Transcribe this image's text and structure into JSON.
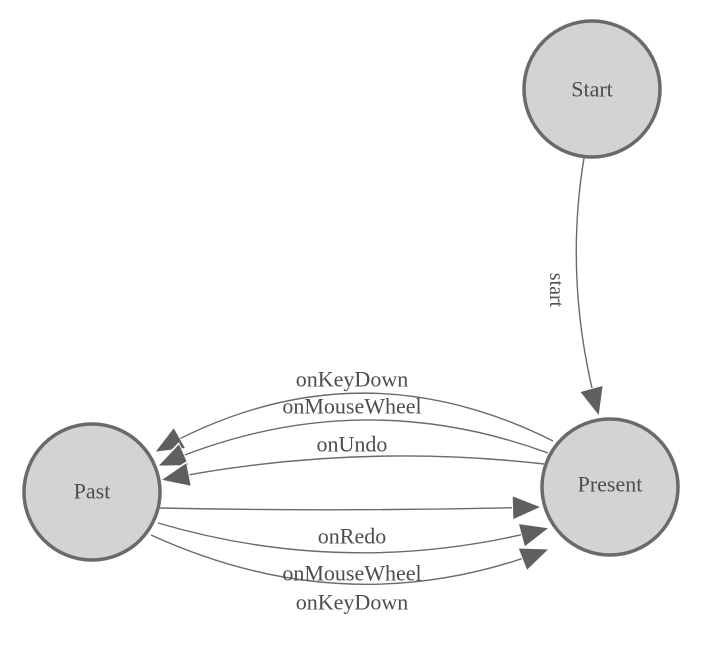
{
  "diagram": {
    "type": "finite-state-machine",
    "background_color": "#ffffff",
    "colors": {
      "node_fill": "#d3d3d3",
      "node_stroke": "#6a6a6a",
      "edge_stroke": "#6a6a6a",
      "arrow_fill": "#5f5f5f",
      "label_text": "#4d4d4d"
    },
    "nodes": [
      {
        "id": "start",
        "label": "Start"
      },
      {
        "id": "past",
        "label": "Past"
      },
      {
        "id": "present",
        "label": "Present"
      }
    ],
    "edges": [
      {
        "from": "Start",
        "to": "Present",
        "label": "start"
      },
      {
        "from": "Present",
        "to": "Past",
        "label": "onKeyDown"
      },
      {
        "from": "Present",
        "to": "Past",
        "label": "onMouseWheel"
      },
      {
        "from": "Present",
        "to": "Past",
        "label": "onUndo"
      },
      {
        "from": "Past",
        "to": "Present",
        "label": "onRedo"
      },
      {
        "from": "Past",
        "to": "Present",
        "label": "onMouseWheel"
      },
      {
        "from": "Past",
        "to": "Present",
        "label": "onKeyDown"
      }
    ]
  }
}
